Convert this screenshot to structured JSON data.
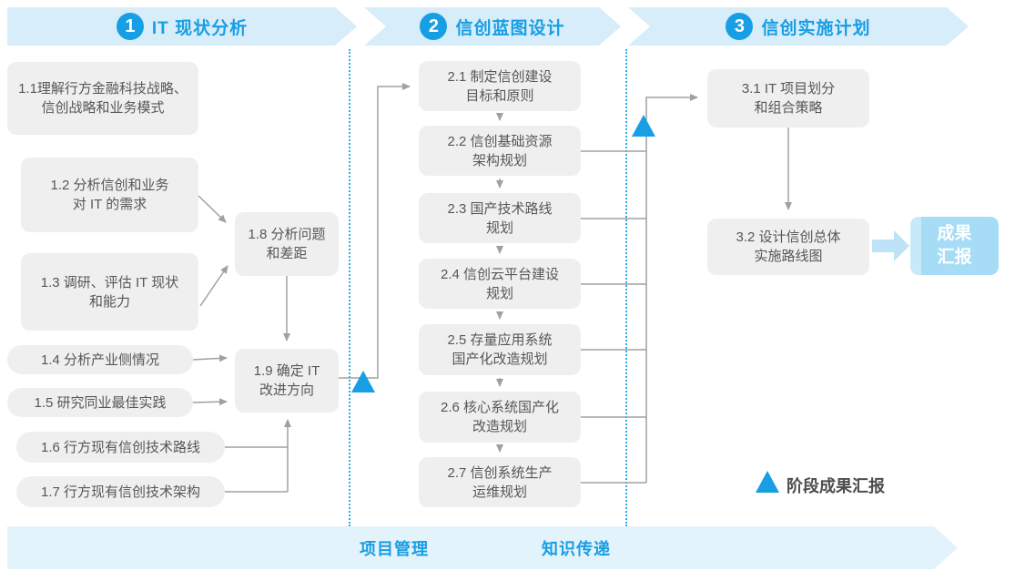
{
  "header": {
    "phases": [
      {
        "number": "1",
        "title": "IT 现状分析"
      },
      {
        "number": "2",
        "title": "信创蓝图设计"
      },
      {
        "number": "3",
        "title": "信创实施计划"
      }
    ]
  },
  "phase1": {
    "boxes": [
      {
        "id": "1.1",
        "label": "1.1理解行方金融科技战略、\n信创战略和业务模式"
      },
      {
        "id": "1.2",
        "label": "1.2 分析信创和业务\n对 IT 的需求"
      },
      {
        "id": "1.3",
        "label": "1.3 调研、评估 IT 现状\n和能力"
      },
      {
        "id": "1.4",
        "label": "1.4 分析产业侧情况"
      },
      {
        "id": "1.5",
        "label": "1.5 研究同业最佳实践"
      },
      {
        "id": "1.6",
        "label": "1.6 行方现有信创技术路线"
      },
      {
        "id": "1.7",
        "label": "1.7 行方现有信创技术架构"
      },
      {
        "id": "1.8",
        "label": "1.8 分析问题\n和差距"
      },
      {
        "id": "1.9",
        "label": "1.9 确定 IT\n改进方向"
      }
    ]
  },
  "phase2": {
    "boxes": [
      {
        "id": "2.1",
        "label": "2.1 制定信创建设\n目标和原则"
      },
      {
        "id": "2.2",
        "label": "2.2 信创基础资源\n架构规划"
      },
      {
        "id": "2.3",
        "label": "2.3 国产技术路线\n规划"
      },
      {
        "id": "2.4",
        "label": "2.4 信创云平台建设\n规划"
      },
      {
        "id": "2.5",
        "label": "2.5 存量应用系统\n国产化改造规划"
      },
      {
        "id": "2.6",
        "label": "2.6 核心系统国产化\n改造规划"
      },
      {
        "id": "2.7",
        "label": "2.7 信创系统生产\n运维规划"
      }
    ]
  },
  "phase3": {
    "boxes": [
      {
        "id": "3.1",
        "label": "3.1 IT 项目划分\n和组合策略"
      },
      {
        "id": "3.2",
        "label": "3.2 设计信创总体\n实施路线图"
      }
    ],
    "result_label": "成果\n汇报"
  },
  "legend": {
    "label": "阶段成果汇报"
  },
  "footer": {
    "items": [
      {
        "label": "项目管理"
      },
      {
        "label": "知识传递"
      }
    ]
  },
  "colors": {
    "accent_blue": "#189ee4",
    "banner_bg": "#d7edfa",
    "footer_bg": "#e3f3fc",
    "box_gray": "#efefef",
    "line_gray": "#9fa0a0",
    "result_bg": "#a7dcf6",
    "fat_arrow": "#bee3f7"
  }
}
